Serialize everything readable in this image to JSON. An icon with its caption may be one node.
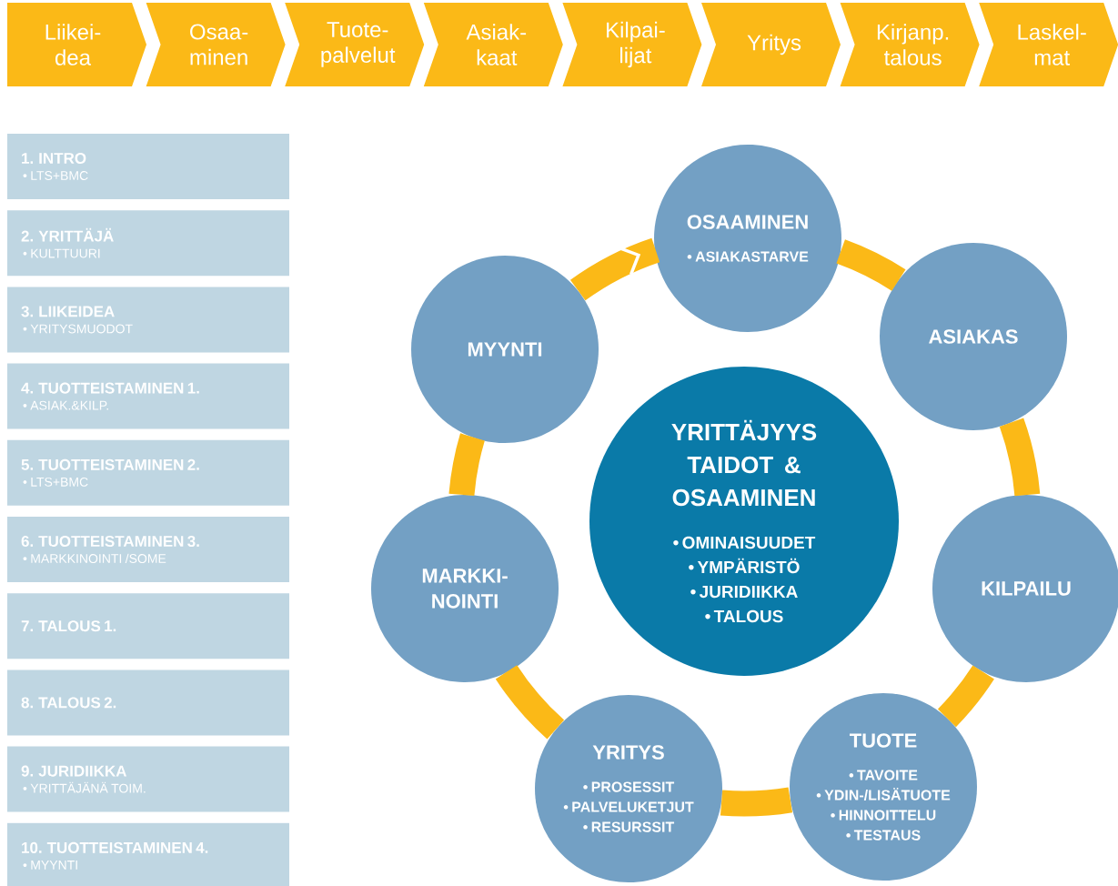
{
  "diagram": {
    "nodes": [
      {
        "text": [
          "Liikei- dea"
        ]
      },
      {
        "text": [
          "Osaa- minen"
        ]
      },
      {
        "text": [
          "Tuote- palvelut"
        ]
      },
      {
        "text": [
          "Asiak- kaat"
        ]
      },
      {
        "text": [
          "Kilpai- lijat"
        ]
      },
      {
        "text": [
          "Yritys"
        ]
      },
      {
        "text": [
          "Kirjanp. talous"
        ]
      },
      {
        "text": [
          "Laskel- mat"
        ]
      },
      {
        "text": [
          "1. INTRO",
          "• LTS+BMC"
        ]
      },
      {
        "text": [
          "2. YRITTÄJÄ",
          "• KULTTUURI"
        ]
      },
      {
        "text": [
          "3. LIIKEIDEA",
          "• YRITYSMUODOT"
        ]
      },
      {
        "text": [
          "4. TUOTTEISTAMINEN 1.",
          "• ASIAK.&KILP."
        ]
      },
      {
        "text": [
          "5. TUOTTEISTAMINEN 2.",
          "• LTS+BMC"
        ]
      },
      {
        "text": [
          "6. TUOTTEISTAMINEN 3.",
          "• MARKKINOINTI /SOME"
        ]
      },
      {
        "text": [
          "7. TALOUS 1."
        ]
      },
      {
        "text": [
          "8. TALOUS 2."
        ]
      },
      {
        "text": [
          "9. JURIDIIKKA",
          "• YRITTÄJÄNÄ TOIM."
        ]
      },
      {
        "text": [
          "10. TUOTTEISTAMINEN 4.",
          "• MYYNTI"
        ]
      },
      {
        "text": [
          "OSAAMINEN",
          "• ASIAKASTARVE"
        ]
      },
      {
        "text": [
          "MYYNTI"
        ]
      },
      {
        "text": [
          "ASIAKAS"
        ]
      },
      {
        "text": [
          "YRITTÄJYYS TAIDOT & OSAAMINEN",
          "• OMINAISUUDET",
          "• YMPÄRISTÖ",
          "• JURIDIIKKA",
          "• TALOUS"
        ]
      },
      {
        "text": [
          "MARKKI- NOINTI"
        ]
      },
      {
        "text": [
          "KILPAILU"
        ]
      },
      {
        "text": [
          "YRITYS",
          "• PROSESSIT",
          "• PALVELUKETJUT",
          "• RESURSSIT"
        ]
      },
      {
        "text": [
          "TUOTE",
          "• TAVOITE",
          "• YDIN-/LISÄTUOTE",
          "• HINNOITTELU",
          "• TESTAUS"
        ]
      }
    ],
    "edges": [
      {
        "from": 18,
        "to": 20,
        "arrow": "none"
      },
      {
        "from": 20,
        "to": 23,
        "arrow": "none"
      },
      {
        "from": 23,
        "to": 25,
        "arrow": "none"
      },
      {
        "from": 25,
        "to": 24,
        "arrow": "none"
      },
      {
        "from": 24,
        "to": 22,
        "arrow": "none"
      },
      {
        "from": 22,
        "to": 19,
        "arrow": "none"
      },
      {
        "from": 19,
        "to": 18,
        "arrow": "to"
      }
    ]
  }
}
